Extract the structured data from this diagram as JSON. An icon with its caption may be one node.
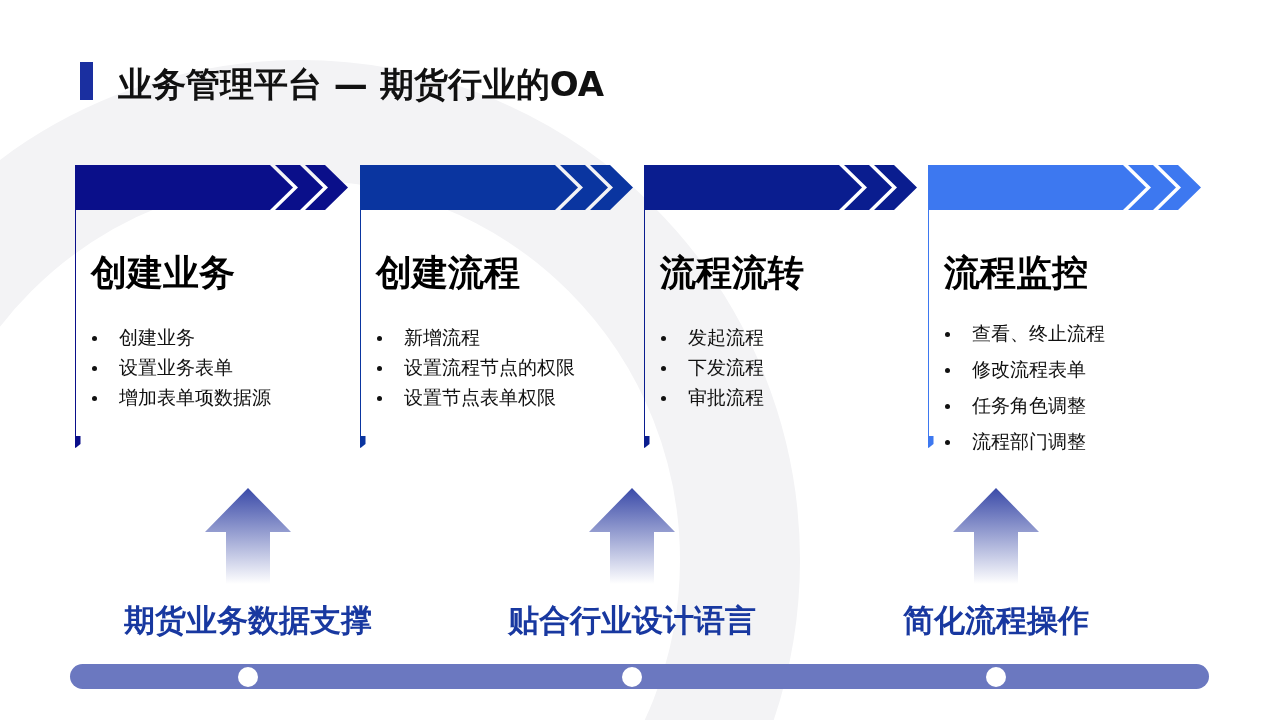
{
  "diagram": {
    "title": "业务管理平台 — 期货行业的OA",
    "nodes": [
      {
        "text": [
          "创建业务",
          "创建业务",
          "设置业务表单",
          "增加表单项数据源"
        ]
      },
      {
        "text": [
          "创建流程",
          "新增流程",
          "设置流程节点的权限",
          "设置节点表单权限"
        ]
      },
      {
        "text": [
          "流程流转",
          "发起流程",
          "下发流程",
          "审批流程"
        ]
      },
      {
        "text": [
          "流程监控",
          "查看、终止流程",
          "修改流程表单",
          "任务角色调整",
          "流程部门调整"
        ]
      }
    ],
    "labels": [
      "期货业务数据支撑",
      "贴合行业设计语言",
      "简化流程操作"
    ]
  }
}
